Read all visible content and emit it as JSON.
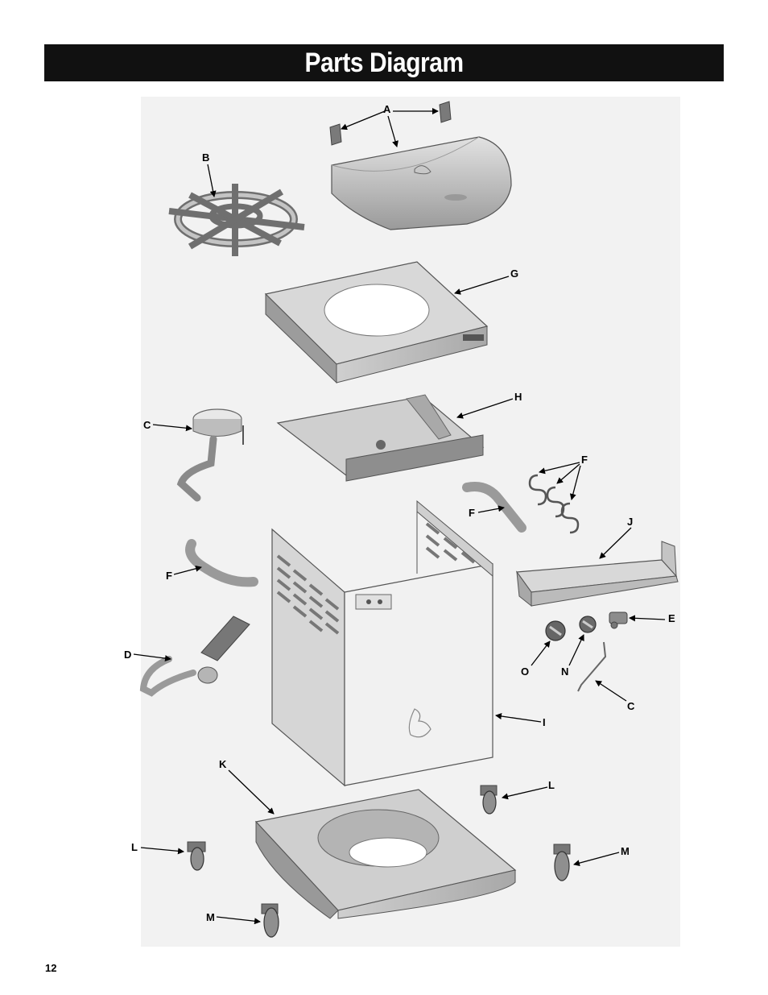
{
  "page": {
    "title": "Parts Diagram",
    "page_number": "12"
  },
  "callouts": {
    "A": "A",
    "B": "B",
    "C_top": "C",
    "C_bottom": "C",
    "D": "D",
    "E": "E",
    "F_top": "F",
    "F_mid": "F",
    "F_left": "F",
    "G": "G",
    "H": "H",
    "I": "I",
    "J": "J",
    "K": "K",
    "L_right": "L",
    "L_left": "L",
    "M_right": "M",
    "M_left": "M",
    "N": "N",
    "O": "O"
  },
  "colors": {
    "title_bar": "#111111",
    "part_fill": "#c9c9c9",
    "part_shadow": "#8e8e8e",
    "part_light": "#eeeeee",
    "outline": "#444444"
  }
}
